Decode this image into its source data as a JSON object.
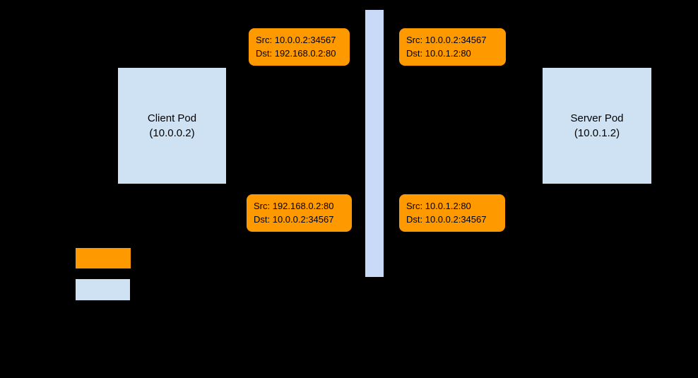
{
  "colors": {
    "background": "#000000",
    "text": "#000000",
    "packet_fill": "#ff9900",
    "pod_fill": "#cfe2f3",
    "bar_fill": "#c9daf8"
  },
  "nodes": {
    "client_pod": {
      "line1": "Client Pod",
      "line2": "(10.0.0.2)"
    },
    "server_pod": {
      "line1": "Server Pod",
      "line2": "(10.0.1.2)"
    }
  },
  "packets": {
    "top_left": {
      "src": "Src: 10.0.0.2:34567",
      "dst": "Dst: 192.168.0.2:80"
    },
    "top_right": {
      "src": "Src: 10.0.0.2:34567",
      "dst": "Dst: 10.0.1.2:80"
    },
    "bottom_left": {
      "src": "Src: 192.168.0.2:80",
      "dst": "Dst: 10.0.0.2:34567"
    },
    "bottom_right": {
      "src": "Src: 10.0.1.2:80",
      "dst": "Dst: 10.0.0.2:34567"
    }
  },
  "legend": {
    "packet_swatch_color": "#ff9900",
    "pod_swatch_color": "#cfe2f3"
  }
}
